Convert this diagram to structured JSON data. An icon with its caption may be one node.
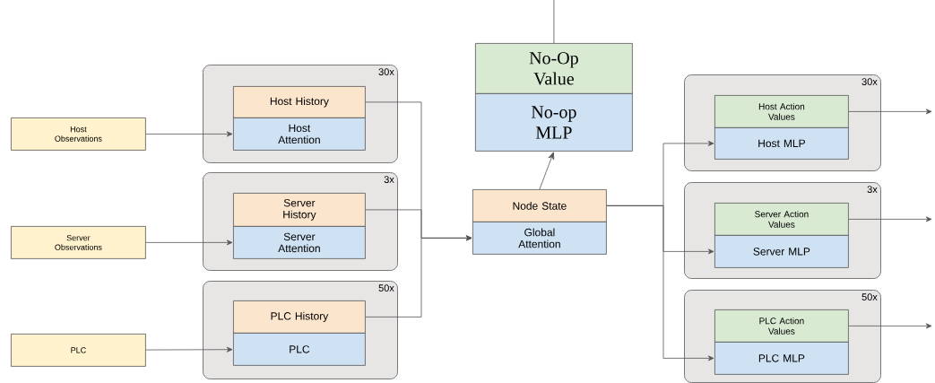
{
  "diagram": {
    "nodes": [
      {
        "text": [
          "Host Observations"
        ]
      },
      {
        "text": [
          "Server Observations"
        ]
      },
      {
        "text": [
          "PLC"
        ]
      },
      {
        "text": [
          "30x"
        ]
      },
      {
        "text": [
          "Host History"
        ],
        "in": 3
      },
      {
        "text": [
          "Host Attention"
        ],
        "in": 3
      },
      {
        "text": [
          "3x"
        ]
      },
      {
        "text": [
          "Server History"
        ],
        "in": 6
      },
      {
        "text": [
          "Server Attention"
        ],
        "in": 6
      },
      {
        "text": [
          "50x"
        ]
      },
      {
        "text": [
          "PLC History"
        ],
        "in": 9
      },
      {
        "text": [
          "PLC"
        ],
        "in": 9
      },
      {
        "text": [
          "No-Op Value"
        ]
      },
      {
        "text": [
          "No-op MLP"
        ]
      },
      {
        "text": [
          "Node State"
        ]
      },
      {
        "text": [
          "Global Attention"
        ]
      },
      {
        "text": [
          "30x"
        ]
      },
      {
        "text": [
          "Host Action Values"
        ],
        "in": 16
      },
      {
        "text": [
          "Host MLP"
        ],
        "in": 16
      },
      {
        "text": [
          "3x"
        ]
      },
      {
        "text": [
          "Server Action Values"
        ],
        "in": 19
      },
      {
        "text": [
          "Server MLP"
        ],
        "in": 19
      },
      {
        "text": [
          "50x"
        ]
      },
      {
        "text": [
          "PLC Action Values"
        ],
        "in": 22
      },
      {
        "text": [
          "PLC MLP"
        ],
        "in": 22
      }
    ],
    "edges": [
      {
        "from": 0,
        "to": 5,
        "arrow": "to"
      },
      {
        "from": 1,
        "to": 8,
        "arrow": "to"
      },
      {
        "from": 2,
        "to": 11,
        "arrow": "to"
      },
      {
        "from": 4,
        "to": 15,
        "arrow": "to"
      },
      {
        "from": 7,
        "to": 15,
        "arrow": "to"
      },
      {
        "from": 10,
        "to": 15,
        "arrow": "to"
      },
      {
        "from": 14,
        "to": 13,
        "arrow": "to"
      },
      {
        "from": 14,
        "to": 18,
        "arrow": "to"
      },
      {
        "from": 14,
        "to": 21,
        "arrow": "to"
      },
      {
        "from": 14,
        "to": 24,
        "arrow": "to"
      },
      {
        "from": 17,
        "to": null,
        "arrow": "to"
      },
      {
        "from": 20,
        "to": null,
        "arrow": "to"
      },
      {
        "from": 23,
        "to": null,
        "arrow": "to"
      },
      {
        "from": 12,
        "to": null,
        "arrow": "none"
      }
    ]
  }
}
